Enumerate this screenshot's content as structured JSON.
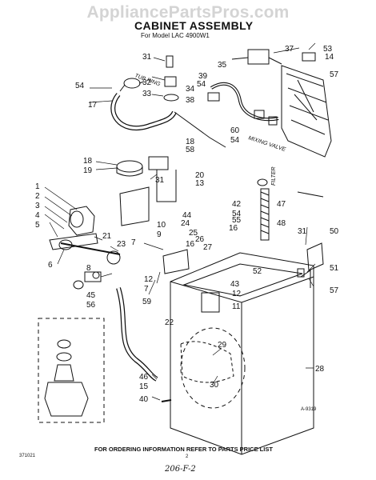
{
  "watermark": "AppliancePartsPros.com",
  "title": "CABINET ASSEMBLY",
  "subtitle": "For Model LAC 4900W1",
  "annotations": {
    "tub_ring": "TUB RING",
    "mixing_valve": "MIXING VALVE",
    "filter": "FILTER"
  },
  "diagram_code": "A-9319",
  "footer": "FOR ORDERING INFORMATION REFER TO PARTS PRICE LIST",
  "page_code": "371021",
  "page_number": "2",
  "handwritten": "206-F-2",
  "callouts": [
    "1",
    "2",
    "3",
    "4",
    "5",
    "6",
    "7",
    "7",
    "8",
    "9",
    "10",
    "11",
    "12",
    "12",
    "13",
    "14",
    "15",
    "16",
    "16",
    "17",
    "18",
    "18",
    "19",
    "20",
    "21",
    "22",
    "23",
    "24",
    "25",
    "26",
    "27",
    "28",
    "29",
    "30",
    "31",
    "31",
    "31",
    "32",
    "33",
    "34",
    "35",
    "37",
    "38",
    "39",
    "40",
    "42",
    "43",
    "44",
    "45",
    "46",
    "47",
    "48",
    "50",
    "51",
    "52",
    "53",
    "54",
    "54",
    "54",
    "54",
    "55",
    "56",
    "57",
    "57",
    "58",
    "59",
    "60"
  ]
}
